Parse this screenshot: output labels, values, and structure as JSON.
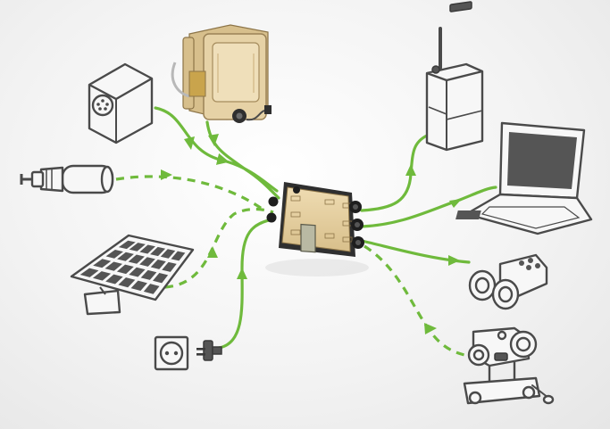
{
  "colors": {
    "cable": "#6fba3c",
    "outline": "#4a4a4a",
    "device_body": "#e6d2a6",
    "device_frame": "#2f2f2f",
    "background": "#f1f1f1"
  },
  "hub": {
    "icon": "power-manager-hub-icon"
  },
  "connections": [
    {
      "device": "power-supply-unit-icon",
      "direction": "input",
      "style": "solid"
    },
    {
      "device": "rugged-battery-pack-icon",
      "direction": "input",
      "style": "solid"
    },
    {
      "device": "vehicle-power-adapter-icon",
      "direction": "input",
      "style": "dashed"
    },
    {
      "device": "solar-panel-icon",
      "direction": "input",
      "style": "dashed"
    },
    {
      "device": "wall-outlet-plug-icon",
      "direction": "input",
      "style": "solid"
    },
    {
      "device": "field-radio-icon",
      "direction": "output",
      "style": "solid"
    },
    {
      "device": "laptop-icon",
      "direction": "output",
      "style": "solid"
    },
    {
      "device": "night-vision-binoculars-icon",
      "direction": "output",
      "style": "solid"
    },
    {
      "device": "robot-icon",
      "direction": "output",
      "style": "dashed"
    }
  ]
}
